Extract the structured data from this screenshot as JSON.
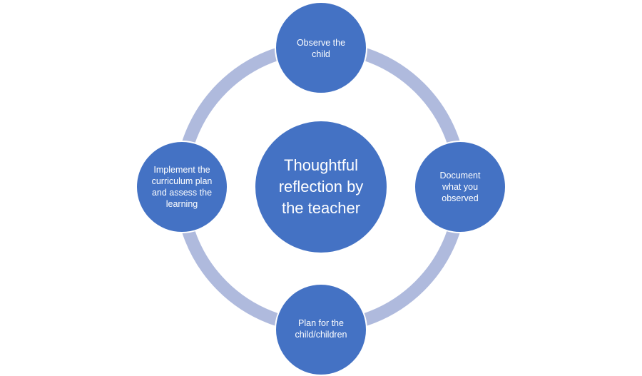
{
  "diagram": {
    "center": "Thoughtful reflection by the teacher",
    "nodes": [
      {
        "label": "Observe the child"
      },
      {
        "label": "Document what you observed"
      },
      {
        "label": "Plan for the child/children"
      },
      {
        "label": "Implement the curriculum plan and assess the learning"
      }
    ],
    "colors": {
      "node": "#4472C4",
      "ring": "#AFBADD"
    }
  }
}
